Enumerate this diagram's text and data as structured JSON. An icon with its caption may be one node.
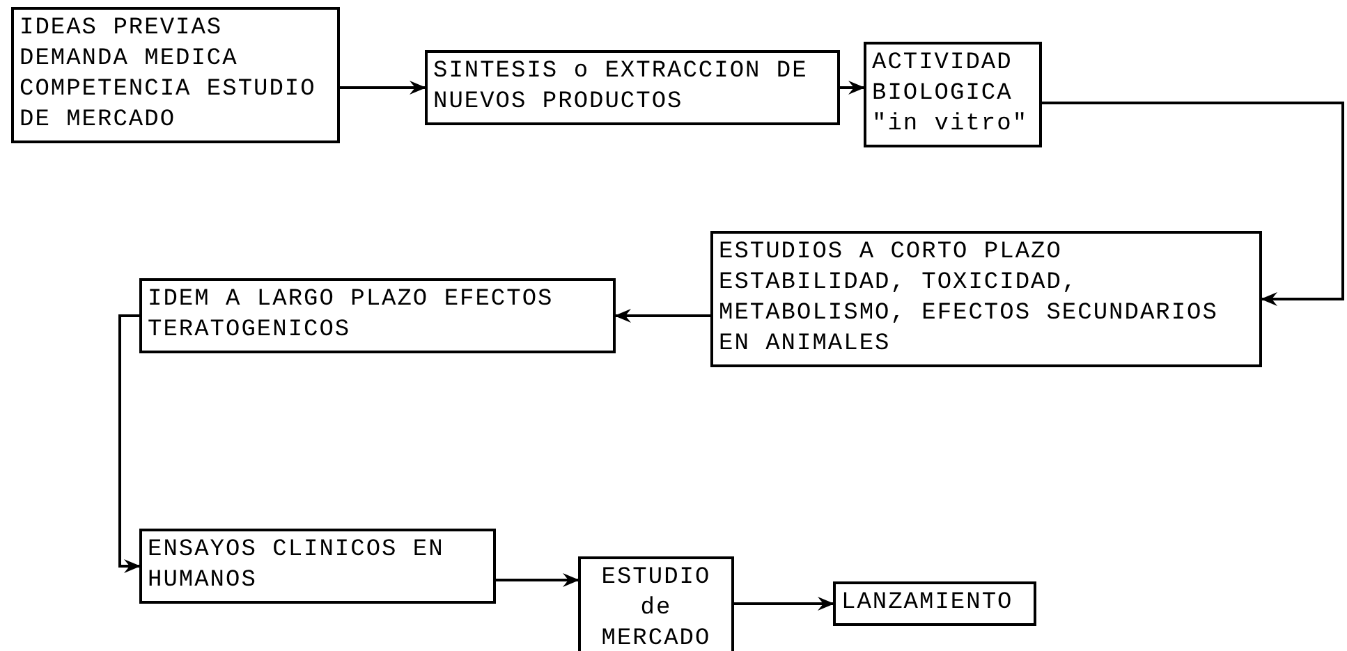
{
  "diagram": {
    "nodes": [
      {
        "text": [
          "IDEAS PREVIAS DEMANDA MEDICA COMPETENCIA ESTUDIO DE MERCADO"
        ]
      },
      {
        "text": [
          "SINTESIS o EXTRACCION DE NUEVOS PRODUCTOS"
        ]
      },
      {
        "text": [
          "ACTIVIDAD BIOLOGICA \"in vitro\""
        ]
      },
      {
        "text": [
          "ESTUDIOS A CORTO PLAZO ESTABILIDAD, TOXICIDAD, METABOLISMO, EFECTOS SECUNDARIOS EN ANIMALES"
        ]
      },
      {
        "text": [
          "IDEM A LARGO PLAZO EFECTOS TERATOGENICOS"
        ]
      },
      {
        "text": [
          "ENSAYOS CLINICOS EN HUMANOS"
        ]
      },
      {
        "text": [
          "ESTUDIO de MERCADO"
        ]
      },
      {
        "text": [
          "LANZAMIENTO"
        ]
      }
    ],
    "edges": [
      {
        "from": 0,
        "to": 1,
        "arrow": "to"
      },
      {
        "from": 1,
        "to": 2,
        "arrow": "to"
      },
      {
        "from": 2,
        "to": 3,
        "arrow": "to"
      },
      {
        "from": 3,
        "to": 4,
        "arrow": "to"
      },
      {
        "from": 4,
        "to": 5,
        "arrow": "to"
      },
      {
        "from": 5,
        "to": 6,
        "arrow": "to"
      },
      {
        "from": 6,
        "to": 7,
        "arrow": "to"
      }
    ]
  }
}
